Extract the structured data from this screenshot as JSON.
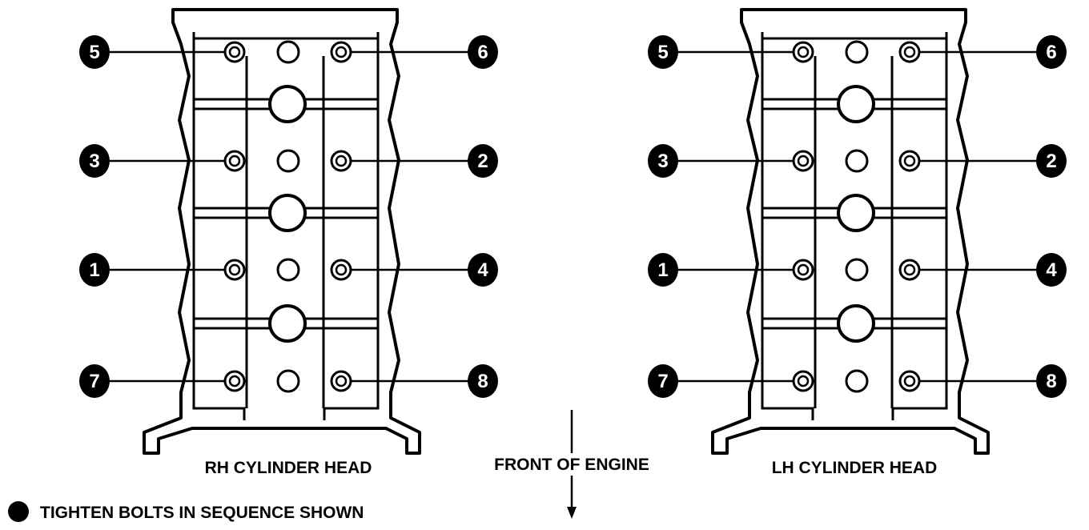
{
  "heads": [
    {
      "id": "rh",
      "label": "RH CYLINDER HEAD",
      "bolts": [
        {
          "seq": "5",
          "side": "left",
          "row": 0
        },
        {
          "seq": "6",
          "side": "right",
          "row": 0
        },
        {
          "seq": "3",
          "side": "left",
          "row": 1
        },
        {
          "seq": "2",
          "side": "right",
          "row": 1
        },
        {
          "seq": "1",
          "side": "left",
          "row": 2
        },
        {
          "seq": "4",
          "side": "right",
          "row": 2
        },
        {
          "seq": "7",
          "side": "left",
          "row": 3
        },
        {
          "seq": "8",
          "side": "right",
          "row": 3
        }
      ]
    },
    {
      "id": "lh",
      "label": "LH CYLINDER HEAD",
      "bolts": [
        {
          "seq": "5",
          "side": "left",
          "row": 0
        },
        {
          "seq": "6",
          "side": "right",
          "row": 0
        },
        {
          "seq": "3",
          "side": "left",
          "row": 1
        },
        {
          "seq": "2",
          "side": "right",
          "row": 1
        },
        {
          "seq": "1",
          "side": "left",
          "row": 2
        },
        {
          "seq": "4",
          "side": "right",
          "row": 2
        },
        {
          "seq": "7",
          "side": "left",
          "row": 3
        },
        {
          "seq": "8",
          "side": "right",
          "row": 3
        }
      ]
    }
  ],
  "front_label": "FRONT OF ENGINE",
  "legend_text": "TIGHTEN BOLTS IN SEQUENCE SHOWN"
}
